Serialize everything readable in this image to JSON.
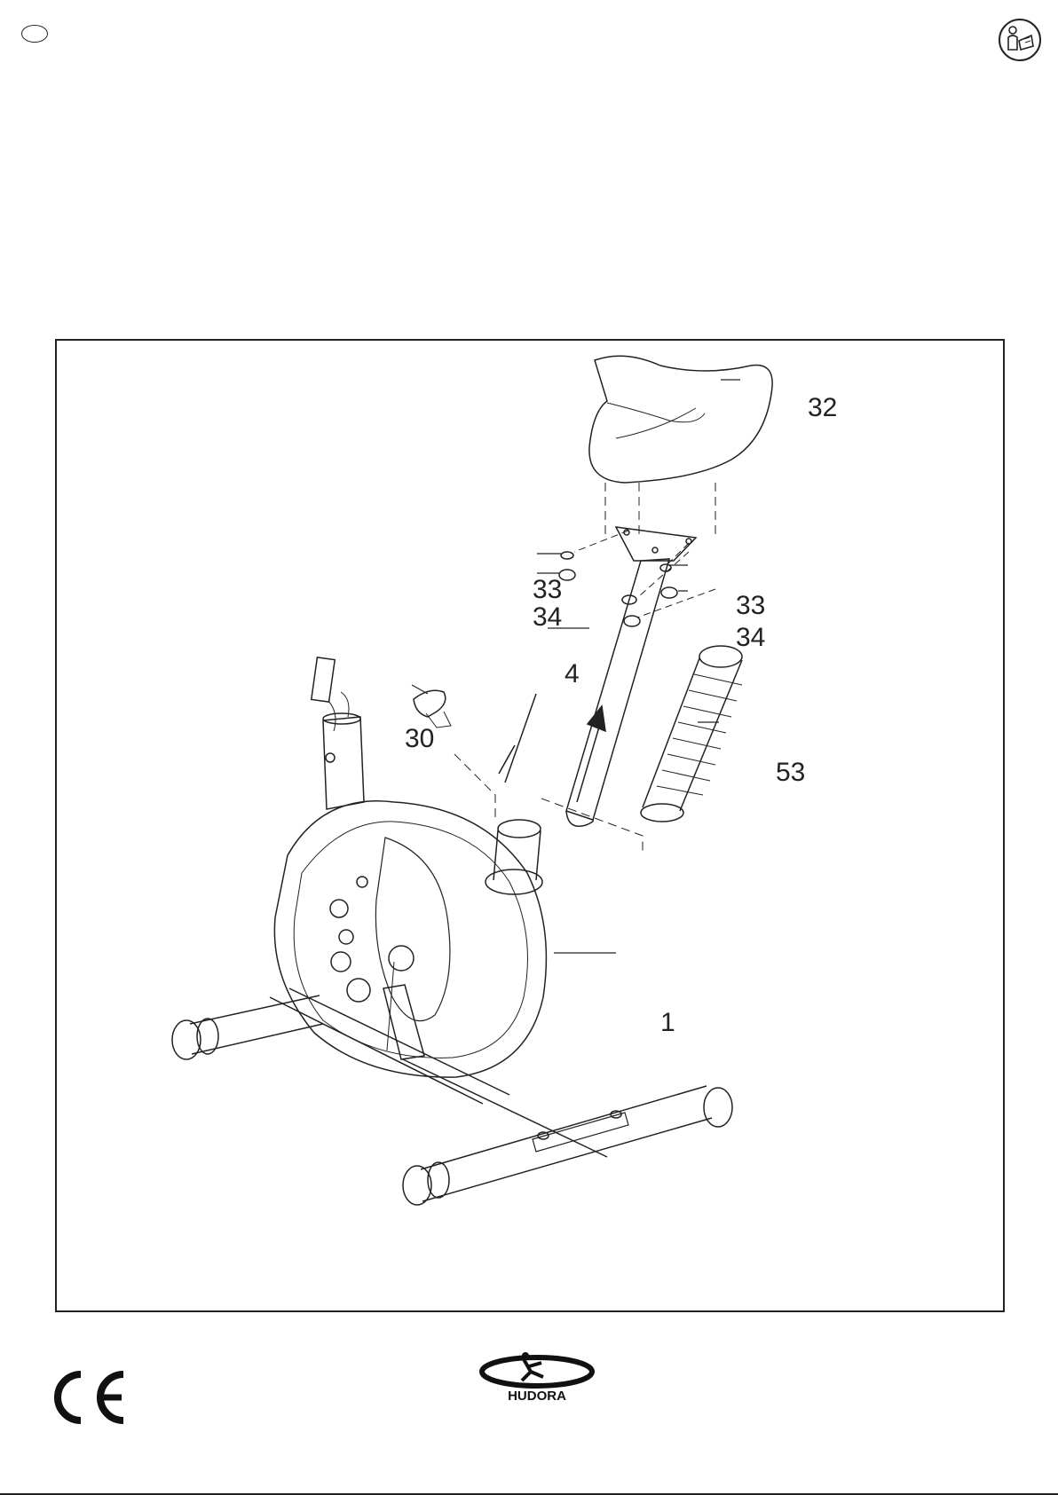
{
  "header": {
    "language_marker": "",
    "manual_icon": "read-manual-icon"
  },
  "diagram": {
    "part_labels": {
      "seat": "32",
      "washer_left": "33",
      "nut_left": "34",
      "washer_right": "33",
      "nut_right": "34",
      "seat_post": "4",
      "knob": "30",
      "bellows": "53",
      "main_frame": "1"
    }
  },
  "footer": {
    "ce_mark": "CE",
    "brand": "HUDORA"
  }
}
